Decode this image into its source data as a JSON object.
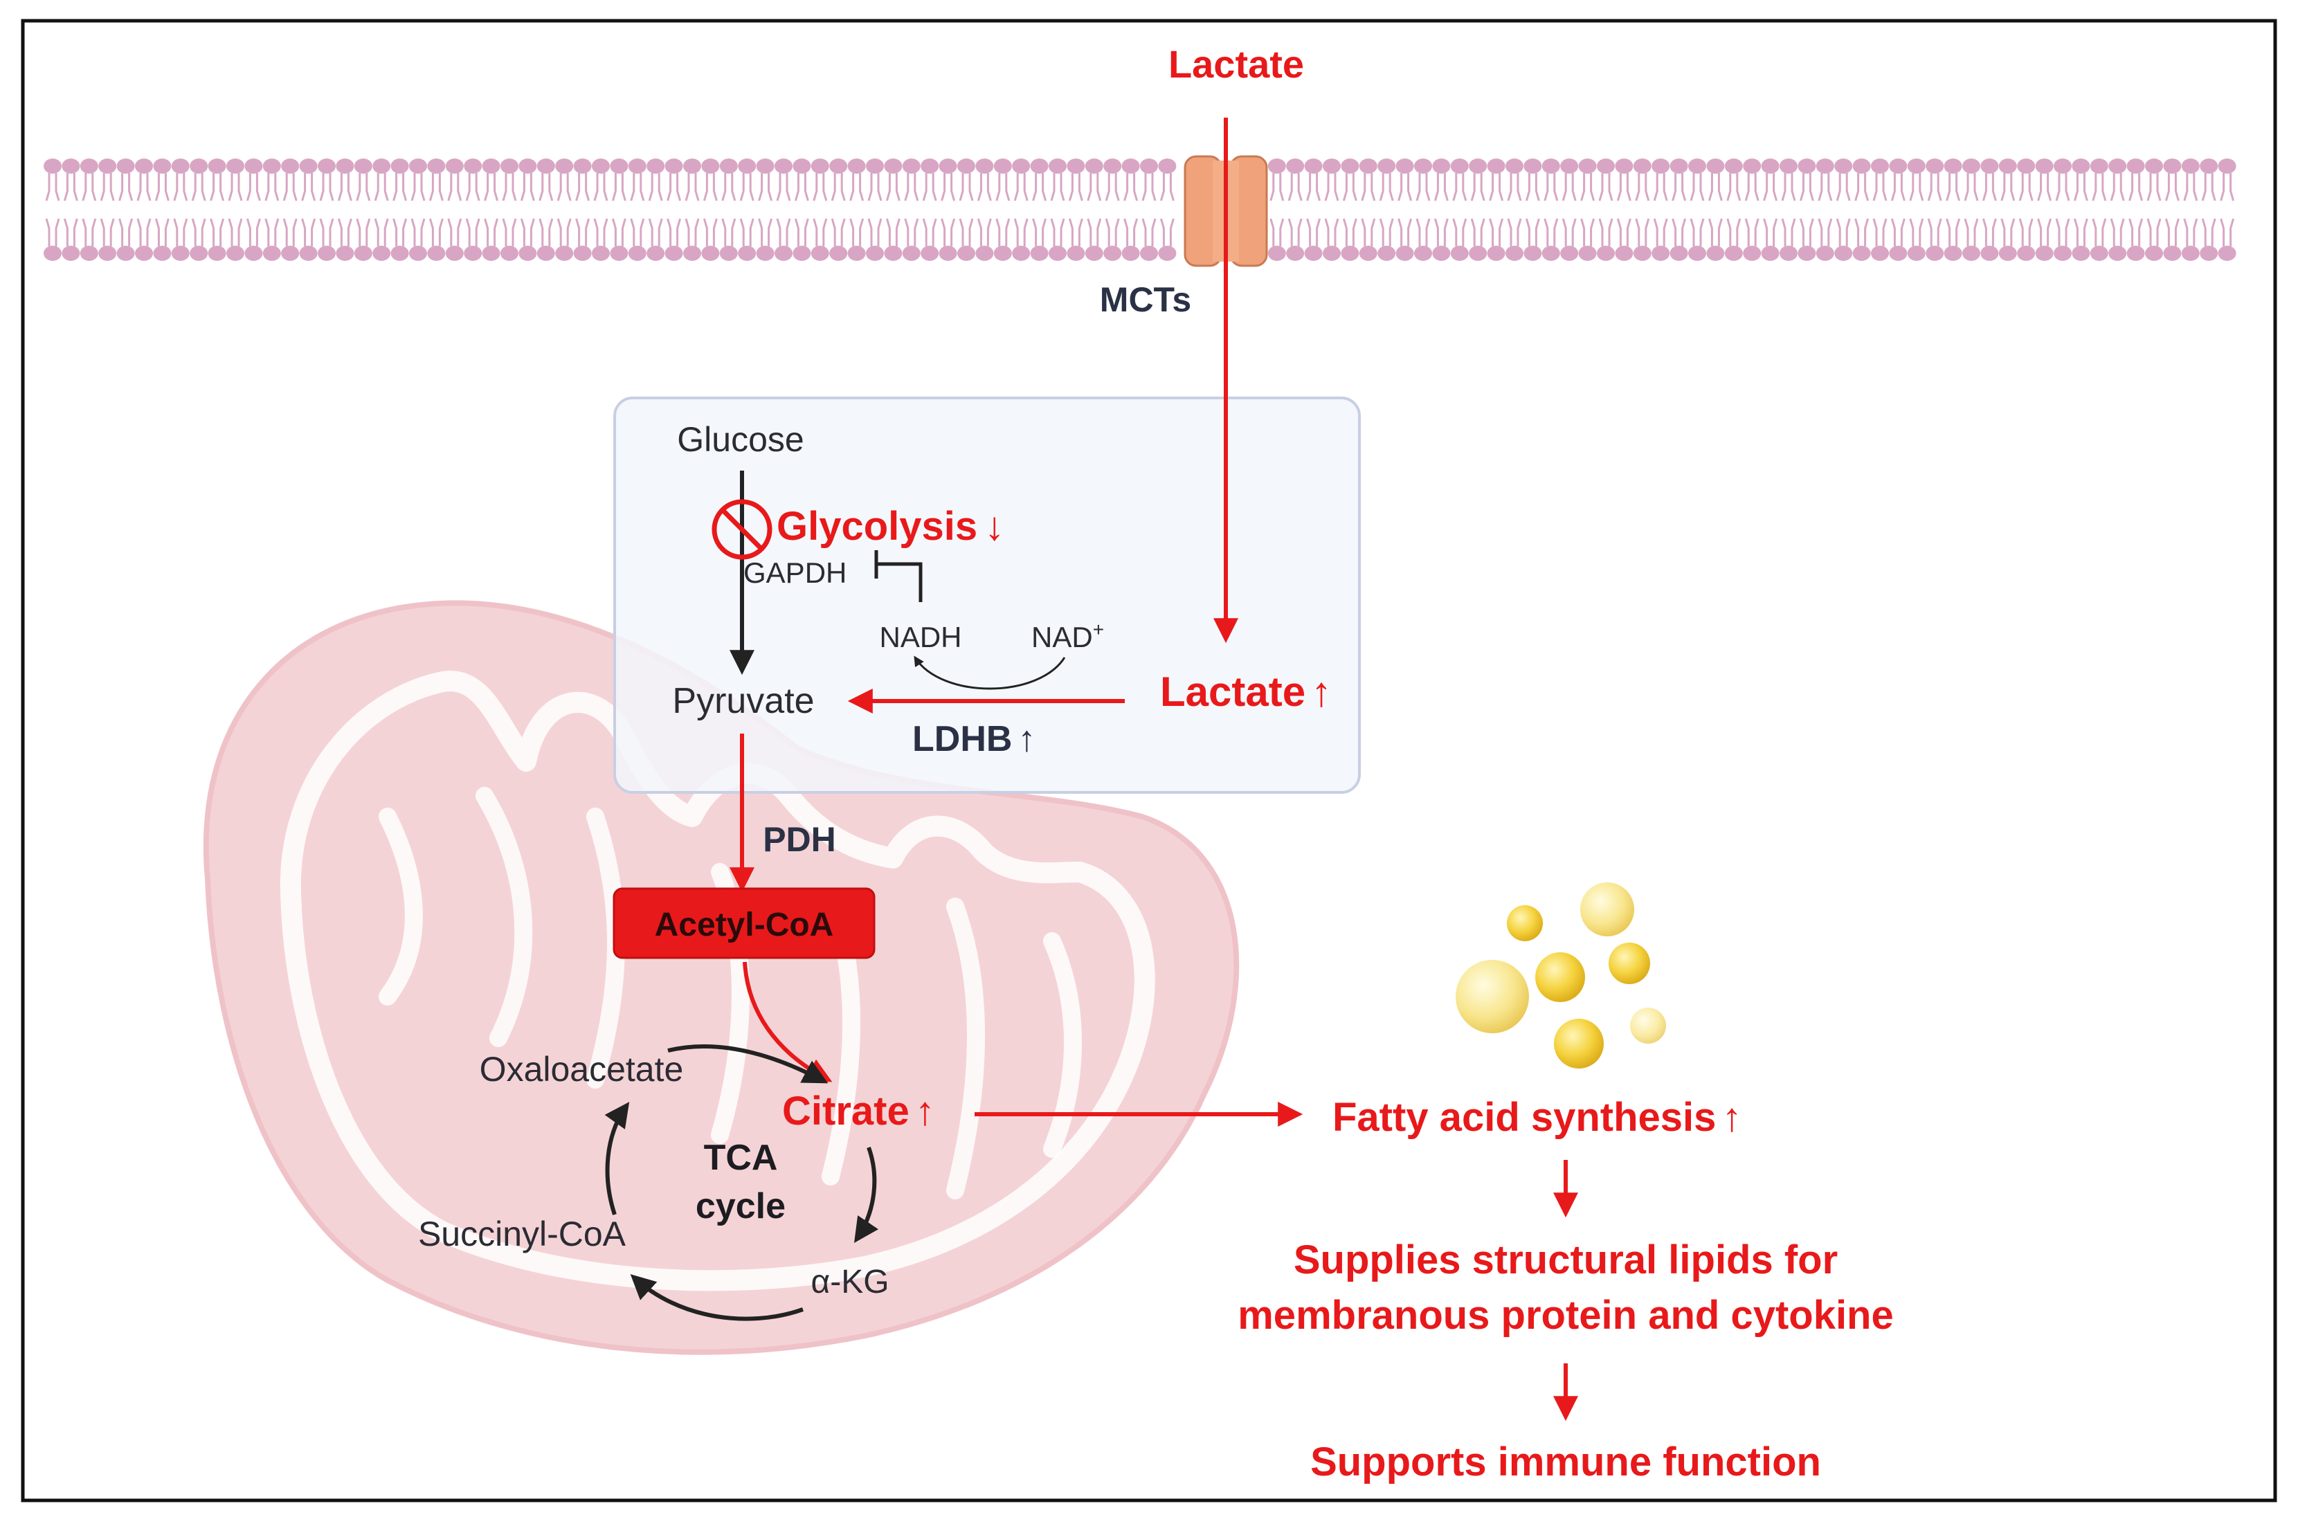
{
  "labels": {
    "lactate_top": "Lactate",
    "mcts": "MCTs",
    "glucose": "Glucose",
    "glycolysis": "Glycolysis",
    "glycolysis_arrow": "↓",
    "gapdh": "GAPDH",
    "nadh": "NADH",
    "nad": "NAD",
    "nad_sup": "+",
    "pyruvate": "Pyruvate",
    "lactate_cyto": "Lactate",
    "up_arrow": "↑",
    "ldhb": "LDHB",
    "pdh": "PDH",
    "acetyl_coa": "Acetyl-CoA",
    "oxaloacetate": "Oxaloacetate",
    "citrate": "Citrate",
    "tca_line1": "TCA",
    "tca_line2": "cycle",
    "succinyl_coa": "Succinyl-CoA",
    "akg": "α-KG",
    "fatty_acid": "Fatty acid synthesis",
    "supplies_line1": "Supplies structural lipids for",
    "supplies_line2": "membranous protein and cytokine",
    "supports": "Supports immune function"
  },
  "colors": {
    "accent_red": "#e8191a",
    "dark_text": "#2b3145",
    "membrane": "#d8a6c4",
    "channel": "#f0a27a",
    "cytosol_box": "#f2f6fa",
    "cytosol_border": "#c8cfe3",
    "mitochondrion": "#f4d3d6",
    "lipid_droplet": "#f2cf3c"
  }
}
